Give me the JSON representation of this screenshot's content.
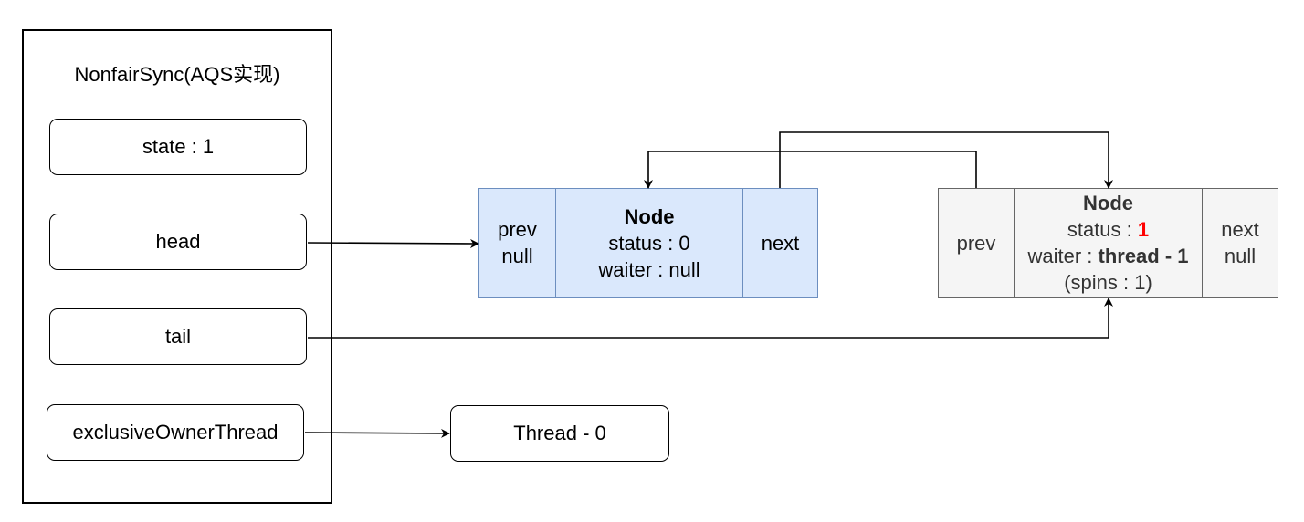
{
  "aqs": {
    "title": "NonfairSync(AQS实现)",
    "fields": {
      "state": "state : 1",
      "head": "head",
      "tail": "tail",
      "owner": "exclusiveOwnerThread"
    }
  },
  "node0": {
    "prev_label": "prev",
    "prev_value": "null",
    "title": "Node",
    "status_label": "status : ",
    "status_value": "0",
    "waiter_label": "waiter : ",
    "waiter_value": "null",
    "next_label": "next"
  },
  "node1": {
    "prev_label": "prev",
    "title": "Node",
    "status_label": "status : ",
    "status_value": "1",
    "waiter_label": "waiter : ",
    "waiter_value": "thread - 1",
    "spins": "(spins : 1)",
    "next_label": "next",
    "next_value": "null"
  },
  "thread0": {
    "label": "Thread - 0"
  },
  "colors": {
    "node0_fill": "#dae8fc",
    "node0_stroke": "#6c8ebf",
    "node1_fill": "#f5f5f5",
    "node1_stroke": "#666666",
    "highlight": "#ff0000"
  }
}
